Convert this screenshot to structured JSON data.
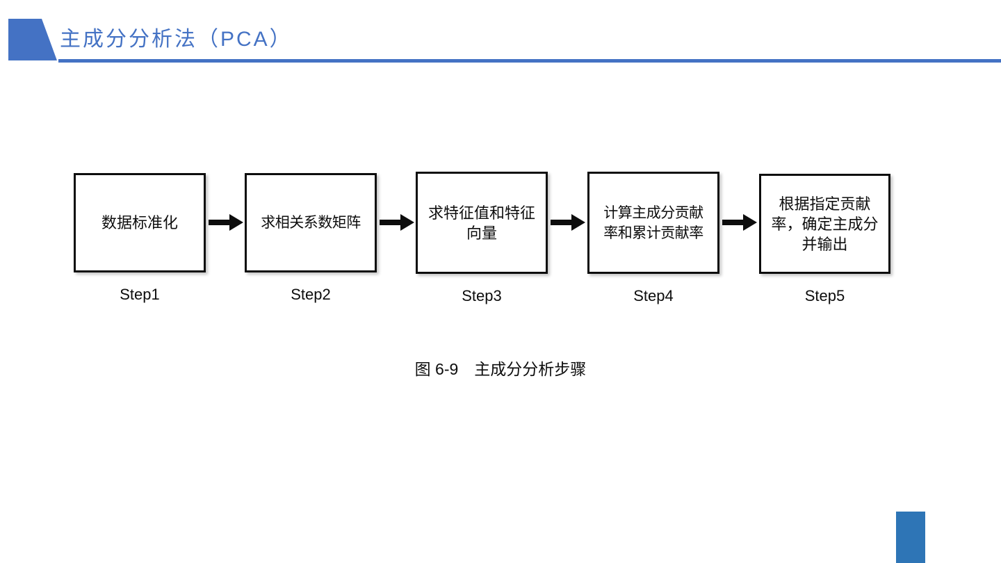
{
  "slide": {
    "title": "主成分分析法（PCA）",
    "accent_color": "#4472C4",
    "footer_accent_color": "#2E75B6"
  },
  "figure": {
    "caption": "图 6-9　主成分分析步骤",
    "type": "flowchart",
    "direction": "left-to-right",
    "arrow_glyph": "arrow-right",
    "steps": [
      {
        "step_label": "Step1",
        "text": "数据标准化"
      },
      {
        "step_label": "Step2",
        "text": "求相关系数矩阵"
      },
      {
        "step_label": "Step3",
        "text": "求特征值和特征\n向量"
      },
      {
        "step_label": "Step4",
        "text": "计算主成分贡献\n率和累计贡献率"
      },
      {
        "step_label": "Step5",
        "text": "根据指定贡献\n率，确定主成分\n并输出"
      }
    ]
  }
}
